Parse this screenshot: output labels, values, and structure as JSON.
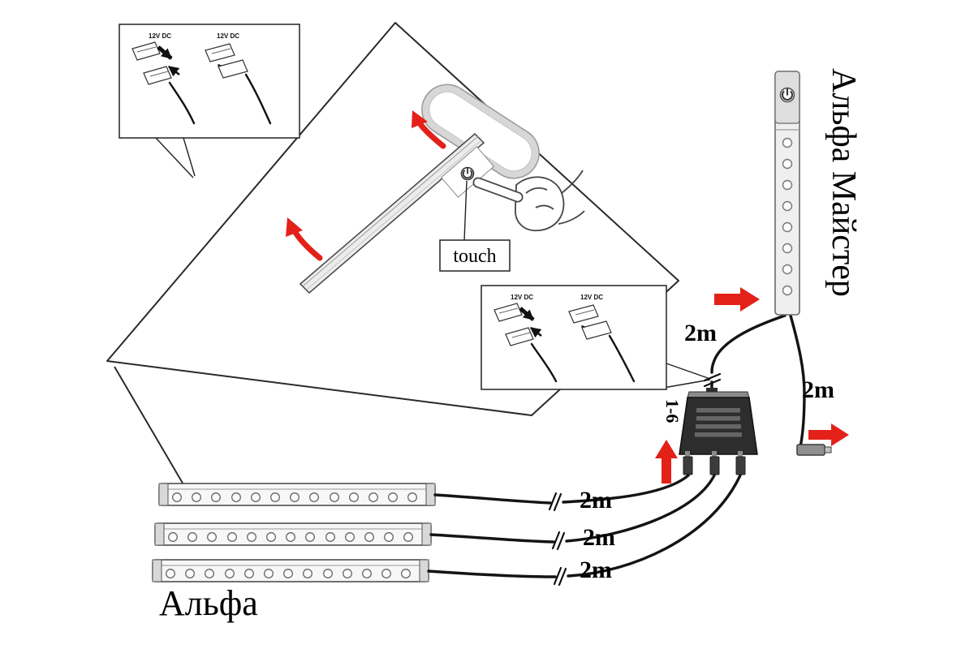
{
  "diagram": {
    "product_bottom_label": "Альфа",
    "product_right_label": "Альфа Майстер",
    "touch_label": "touch",
    "splitter_ports_label": "1-6",
    "cable_lengths": {
      "master_in": "2m",
      "master_out": "2m",
      "bar1": "2m",
      "bar2": "2m",
      "bar3": "2m"
    },
    "inset_top": {
      "left_connector": "12V DC",
      "right_connector": "12V DC"
    },
    "inset_mid": {
      "left_connector": "12V DC",
      "right_connector": "12V DC"
    },
    "colors": {
      "arrow_red": "#e32119",
      "line": "#1a1a1a",
      "splitter_body": "#2d2d2d"
    }
  }
}
